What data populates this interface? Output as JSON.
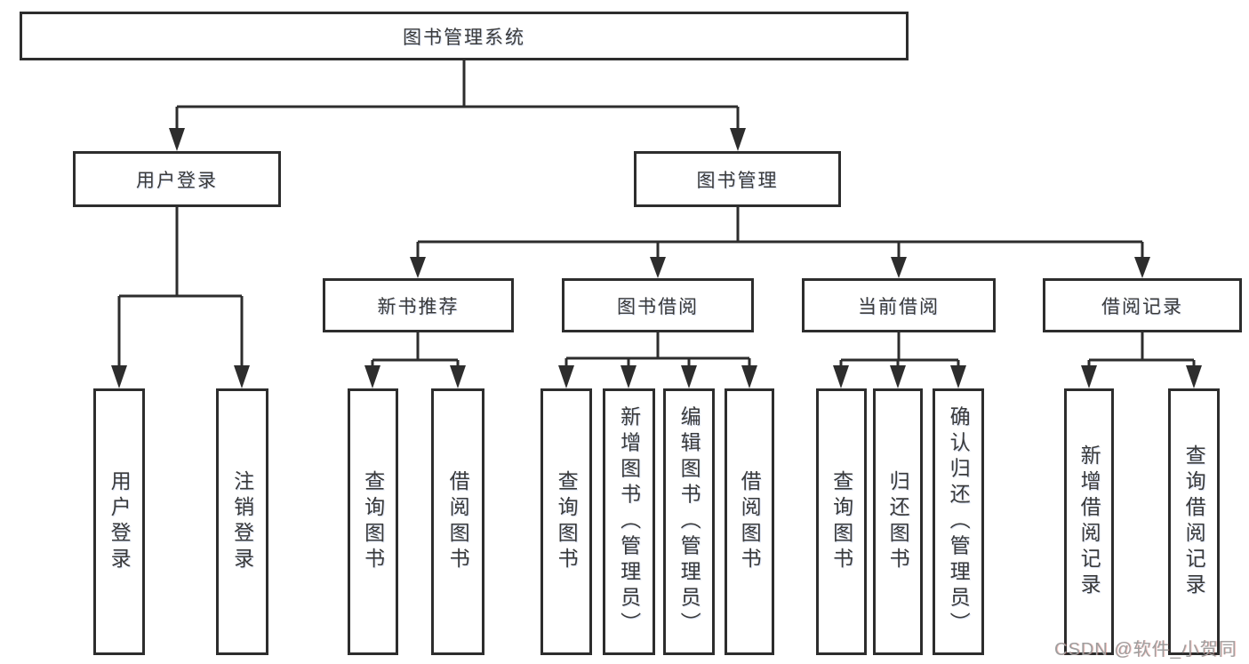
{
  "diagram": {
    "root": "图书管理系统",
    "user_login": {
      "label": "用户登录",
      "leaves": [
        "用户登录",
        "注销登录"
      ]
    },
    "book_mgmt": {
      "label": "图书管理",
      "groups": [
        {
          "label": "新书推荐",
          "leaves": [
            "查询图书",
            "借阅图书"
          ]
        },
        {
          "label": "图书借阅",
          "leaves": [
            "查询图书",
            "新增图书（管理员）",
            "编辑图书（管理员）",
            "借阅图书"
          ]
        },
        {
          "label": "当前借阅",
          "leaves": [
            "查询图书",
            "归还图书",
            "确认归还（管理员）"
          ]
        },
        {
          "label": "借阅记录",
          "leaves": [
            "新增借阅记录",
            "查询借阅记录"
          ]
        }
      ]
    }
  },
  "watermark": "CSDN @软件_小贺同学",
  "colors": {
    "line": "#2d2d2d",
    "text": "#3a3a3a",
    "watermark": "#9e9e9e",
    "background": "#ffffff"
  }
}
